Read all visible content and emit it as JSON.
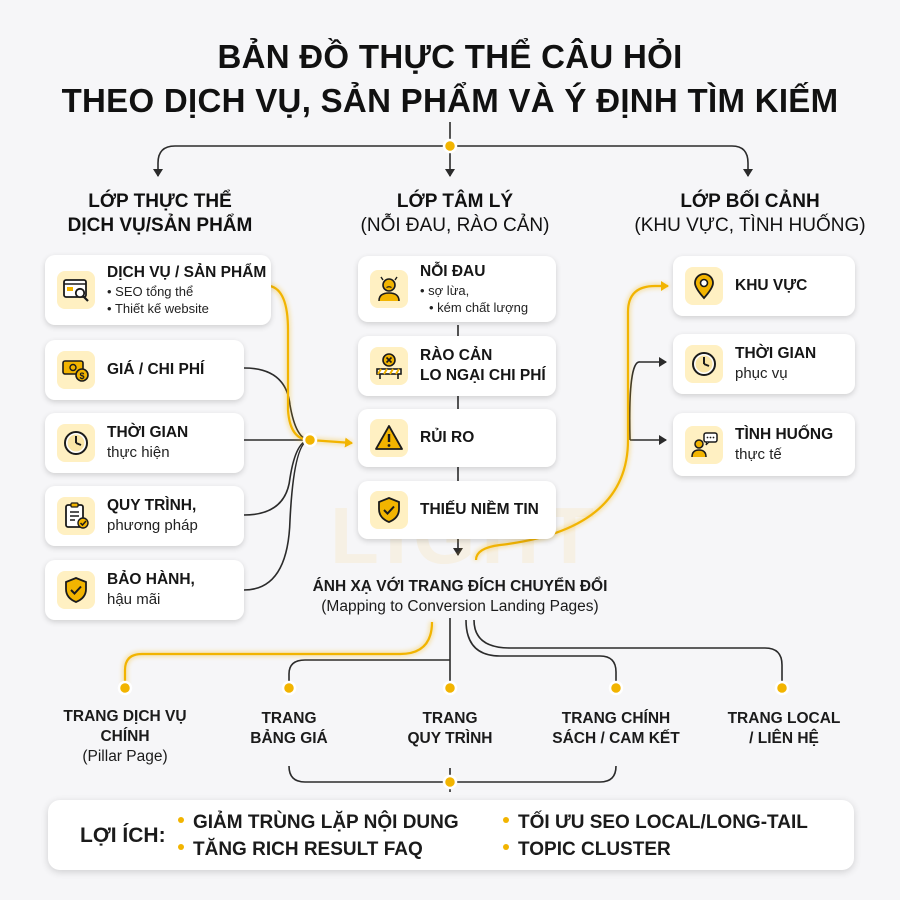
{
  "title": {
    "line1": "BẢN ĐỒ THỰC THỂ CÂU HỎI",
    "line2": "THEO DỊCH VỤ, SẢN PHẨM VÀ Ý ĐỊNH TÌM KIẾM"
  },
  "columns": [
    {
      "heading1": "LỚP THỰC THỂ",
      "heading2": "DỊCH VỤ/SẢN PHẨM",
      "cards": [
        {
          "icon": "web-search-icon",
          "label": "DỊCH VỤ / SẢN PHẨM",
          "bullets": [
            "SEO tổng thể",
            "Thiết kế website"
          ]
        },
        {
          "icon": "money-icon",
          "label": "GIÁ / CHI PHÍ"
        },
        {
          "icon": "clock-icon",
          "label": "THỜI GIAN",
          "sub": "thực hiện"
        },
        {
          "icon": "clipboard-check-icon",
          "label": "QUY TRÌNH,",
          "sub": "phương pháp"
        },
        {
          "icon": "shield-check-icon",
          "label": "BẢO HÀNH,",
          "sub": "hậu mãi"
        }
      ]
    },
    {
      "heading1": "LỚP TÂM LÝ",
      "heading2": "(NỖI ĐAU, RÀO CẢN)",
      "cards": [
        {
          "icon": "frustrated-person-icon",
          "label": "NỖI ĐAU",
          "bullets": [
            "sợ lừa,"
          ],
          "sub": "kém chất lượng"
        },
        {
          "icon": "barrier-icon",
          "label": "RÀO CẢN",
          "sub": "LO NGẠI CHI PHÍ"
        },
        {
          "icon": "warning-icon",
          "label": "RỦI RO"
        },
        {
          "icon": "shield-check-icon",
          "label": "THIẾU NIỀM TIN"
        }
      ]
    },
    {
      "heading1": "LỚP BỐI CẢNH",
      "heading2": "(KHU VỰC, TÌNH HUỐNG)",
      "cards": [
        {
          "icon": "location-pin-icon",
          "label": "KHU VỰC"
        },
        {
          "icon": "clock-icon",
          "label": "THỜI GIAN",
          "sub": "phục vụ"
        },
        {
          "icon": "chat-person-icon",
          "label": "TÌNH HUỐNG",
          "sub": "thực tế"
        }
      ]
    }
  ],
  "mapping": {
    "title": "ÁNH XẠ VỚI TRANG ĐÍCH CHUYỂN ĐỔI",
    "subtitle": "(Mapping to Conversion Landing Pages)"
  },
  "landing_pages": [
    {
      "line1": "TRANG DỊCH VỤ",
      "line2": "CHÍNH",
      "note": "(Pillar Page)"
    },
    {
      "line1": "TRANG",
      "line2": "BẢNG GIÁ"
    },
    {
      "line1": "TRANG",
      "line2": "QUY TRÌNH"
    },
    {
      "line1": "TRANG CHÍNH",
      "line2": "SÁCH / CAM KẾT"
    },
    {
      "line1": "TRANG LOCAL",
      "line2": "/ LIÊN HỆ"
    }
  ],
  "benefits": {
    "label": "LỢI ÍCH:",
    "items": [
      "GIẢM TRÙNG LẶP NỘI DUNG",
      "TĂNG RICH RESULT FAQ",
      "TỐI ƯU SEO LOCAL/LONG-TAIL",
      "TOPIC CLUSTER"
    ]
  },
  "watermark": "LIGHT",
  "colors": {
    "accent": "#f2b400",
    "line": "#2b2b2b",
    "card_bg": "#ffffff",
    "icon_bg": "#fff0c2"
  }
}
